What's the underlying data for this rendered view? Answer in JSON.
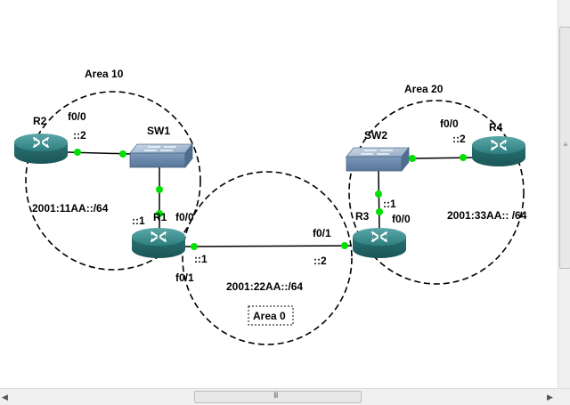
{
  "areas": {
    "area10": "Area 10",
    "area20": "Area 20",
    "area0": "Area 0"
  },
  "devices": {
    "r1": "R1",
    "r2": "R2",
    "r3": "R3",
    "r4": "R4",
    "sw1": "SW1",
    "sw2": "SW2"
  },
  "interfaces": {
    "r2_f00": "f0/0",
    "r2_addr": "::2",
    "r1_f00": "f0/0",
    "r1_addr_sw": "::1",
    "r1_f01": "f0/1",
    "r1_addr_link": "::1",
    "r3_f01": "f0/1",
    "r3_addr_link": "::2",
    "r3_f00": "f0/0",
    "r3_addr_sw": "::1",
    "r4_f00": "f0/0",
    "r4_addr": "::2"
  },
  "networks": {
    "net11": "2001:11AA::/64",
    "net22": "2001:22AA::/64",
    "net33": "2001:33AA:: /64"
  },
  "colors": {
    "router_body": "#2f7f80",
    "link_dot": "#00e000",
    "switch_body": "#6f8fb3"
  },
  "scrollbar": {
    "hgrip": "III",
    "vgrip": "≡"
  }
}
